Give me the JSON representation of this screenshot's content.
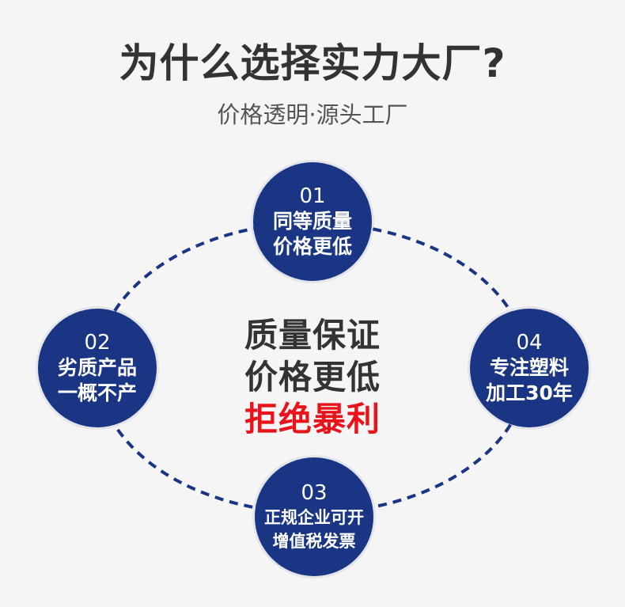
{
  "header": {
    "title": "为什么选择实力大厂?",
    "subtitle": "价格透明·源头工厂"
  },
  "colors": {
    "circle": "#1a3584",
    "ring": "#1a3584",
    "accent": "#e8141c",
    "text": "#333333"
  },
  "nodes": [
    {
      "num": "01",
      "line1": "同等质量",
      "line2": "价格更低"
    },
    {
      "num": "02",
      "line1": "劣质产品",
      "line2": "一概不产"
    },
    {
      "num": "03",
      "line1": "正规企业可开",
      "line2": "增值税发票"
    },
    {
      "num": "04",
      "line1": "专注塑料",
      "line2": "加工30年"
    }
  ],
  "center": {
    "line1": "质量保证",
    "line2": "价格更低",
    "line3": "拒绝暴利"
  }
}
